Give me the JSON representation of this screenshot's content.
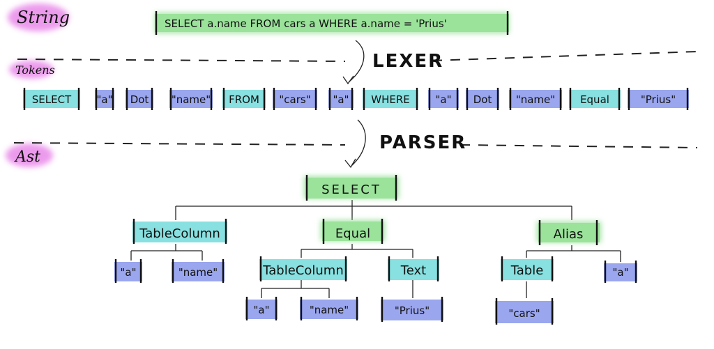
{
  "sections": {
    "string": "String",
    "tokens": "Tokens",
    "ast": "Ast"
  },
  "steps": {
    "lexer": "LEXER",
    "parser": "PARSER"
  },
  "sql": "SELECT  a.name  FROM  cars  a  WHERE  a.name = 'Prius'",
  "tokens": [
    "SELECT",
    "\"a\"",
    "Dot",
    "\"name\"",
    "FROM",
    "\"cars\"",
    "\"a\"",
    "WHERE",
    "\"a\"",
    "Dot",
    "\"name\"",
    "Equal",
    "\"Prius\""
  ],
  "ast": {
    "root": "SELECT",
    "level1": [
      "TableColumn",
      "Equal",
      "Alias"
    ],
    "level2": [
      "\"a\"",
      "\"name\"",
      "TableColumn",
      "Text",
      "Table",
      "\"a\""
    ],
    "level3": [
      "\"a\"",
      "\"name\"",
      "\"Prius\"",
      "\"cars\""
    ]
  },
  "colors": {
    "green": "#8fdc8f",
    "cyan": "#88e0e0",
    "blue": "#9aa6ee",
    "magenta": "#e98ae9",
    "ink": "#111111"
  }
}
